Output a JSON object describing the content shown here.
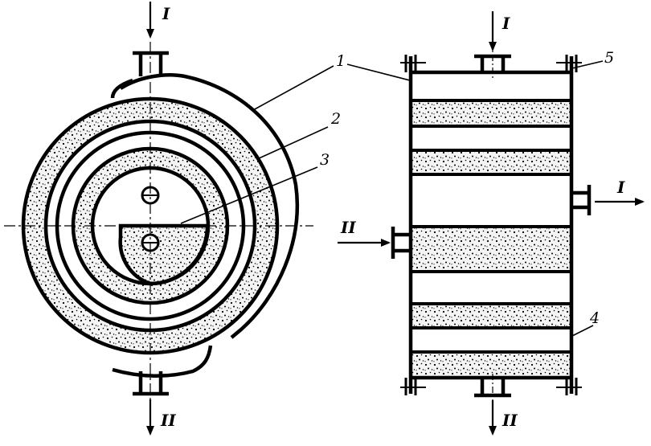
{
  "colors": {
    "ink": "#000000",
    "paper": "#ffffff",
    "fill": "#f4f4f4"
  },
  "flows": {
    "first": "I",
    "second": "II"
  },
  "callouts": {
    "c1": "1",
    "c2": "2",
    "c3": "3",
    "c4": "4",
    "c5": "5"
  }
}
